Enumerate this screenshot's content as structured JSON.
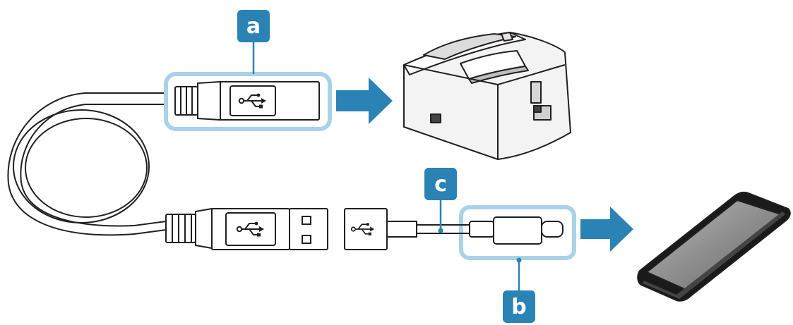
{
  "callouts": {
    "a": "a",
    "b": "b",
    "c": "c"
  },
  "colors": {
    "accent": "#2a83b4",
    "highlight": "#a9d2e8",
    "stroke": "#231f20",
    "device_fill": "#f3f3f3",
    "screen_fill": "#8c8c8c"
  },
  "icons": {
    "usb_symbol": "usb-icon",
    "arrow": "right-arrow-icon",
    "printer": "receipt-printer-icon",
    "phone": "smartphone-icon"
  }
}
